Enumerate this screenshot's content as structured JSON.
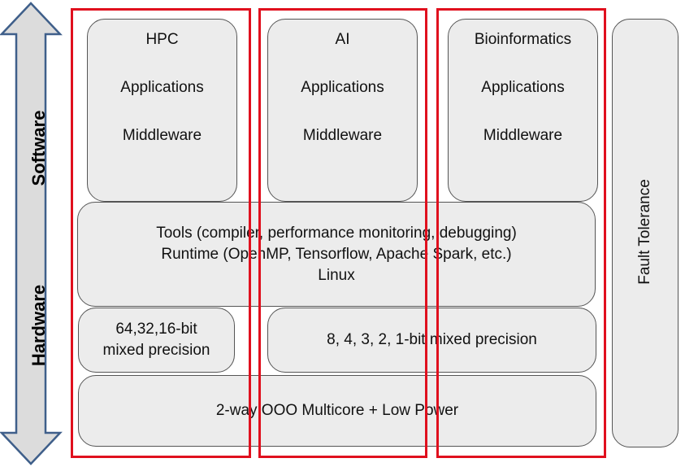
{
  "axis": {
    "software_label": "Software",
    "hardware_label": "Hardware",
    "arrow_color": "#3f5f8a",
    "arrow_fill": "#dcdcdc"
  },
  "columns": [
    {
      "title": "HPC",
      "applications": "Applications",
      "middleware": "Middleware"
    },
    {
      "title": "AI",
      "applications": "Applications",
      "middleware": "Middleware"
    },
    {
      "title": "Bioinformatics",
      "applications": "Applications",
      "middleware": "Middleware"
    }
  ],
  "shared_stack": {
    "line1": "Tools (compiler, performance monitoring, debugging)",
    "line2": "Runtime (OpenMP, Tensorflow, Apache Spark, etc.)",
    "line3": "Linux"
  },
  "precision": {
    "high_line1": "64,32,16-bit",
    "high_line2": "mixed precision",
    "low": "8, 4, 3, 2, 1-bit mixed precision"
  },
  "hardware_base": "2-way OOO Multicore + Low Power",
  "fault_tolerance": "Fault Tolerance",
  "colors": {
    "frame_red": "#e0101e",
    "box_fill": "#ececec",
    "box_border": "#555555"
  }
}
